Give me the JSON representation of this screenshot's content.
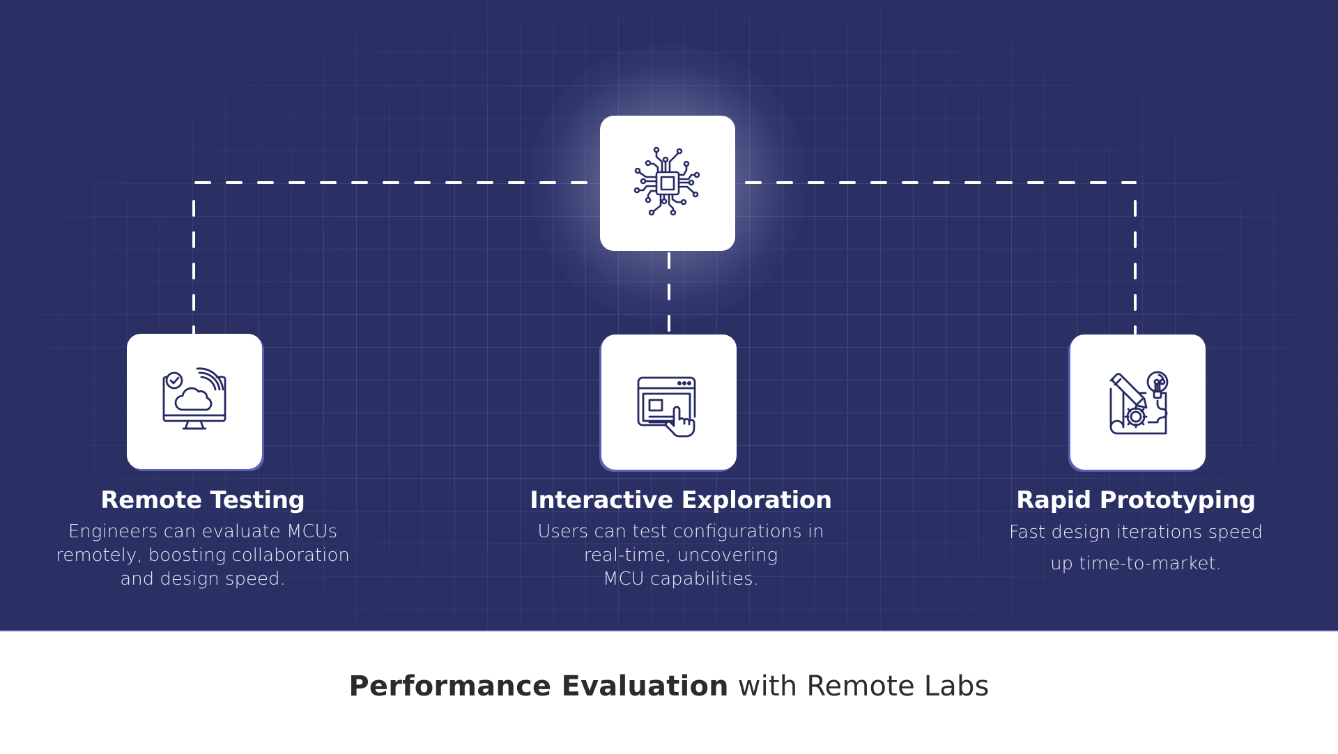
{
  "diagram": {
    "hub": {
      "icon": "microchip-icon",
      "label": ""
    },
    "features": [
      {
        "icon": "cloud-monitor-icon",
        "title": "Remote Testing",
        "description_lines": [
          "Engineers can evaluate MCUs",
          "remotely, boosting collaboration",
          "and design speed."
        ]
      },
      {
        "icon": "browser-touch-icon",
        "title": "Interactive Exploration",
        "description_lines": [
          "Users can test configurations in",
          "real-time, uncovering",
          "MCU capabilities."
        ]
      },
      {
        "icon": "blueprint-idea-icon",
        "title": "Rapid Prototyping",
        "description_lines": [
          "Fast design iterations speed",
          "up time-to-market."
        ]
      }
    ],
    "connections": [
      {
        "from": "hub",
        "to": "Remote Testing",
        "style": "dashed"
      },
      {
        "from": "hub",
        "to": "Interactive Exploration",
        "style": "dashed"
      },
      {
        "from": "hub",
        "to": "Rapid Prototyping",
        "style": "dashed"
      }
    ]
  },
  "footer": {
    "title_bold": "Performance Evaluation",
    "title_regular": "with Remote Labs"
  },
  "colors": {
    "background": "#2a2f64",
    "card": "#ffffff",
    "icon_stroke": "#252a63",
    "card_accent": "#5b62b6",
    "text_light": "#ffffff",
    "footer_text": "#2b2b2b"
  }
}
